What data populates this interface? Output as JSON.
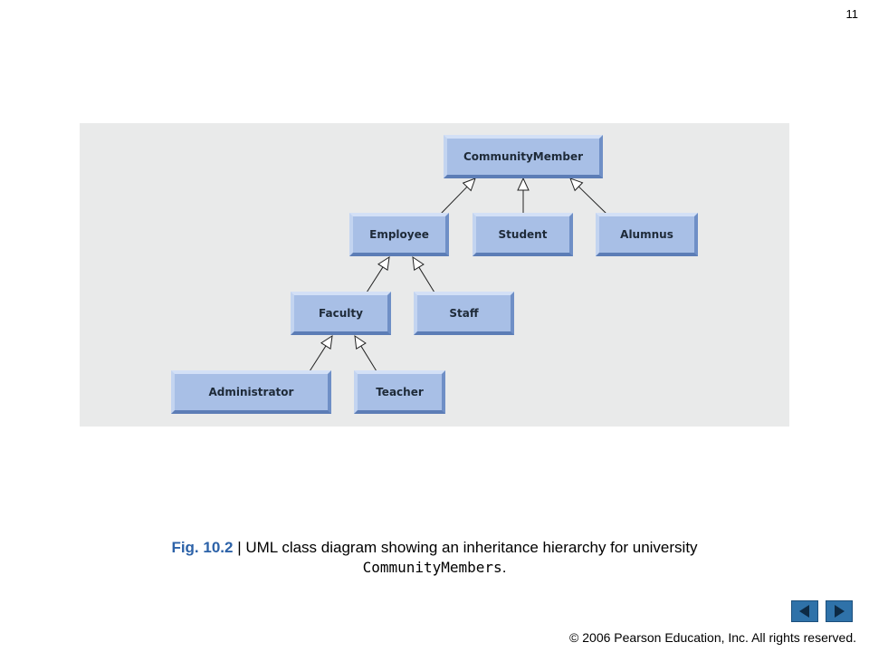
{
  "slide": {
    "number": "11"
  },
  "diagram": {
    "classes": [
      {
        "id": "communitymember",
        "label": "CommunityMember"
      },
      {
        "id": "employee",
        "label": "Employee"
      },
      {
        "id": "student",
        "label": "Student"
      },
      {
        "id": "alumnus",
        "label": "Alumnus"
      },
      {
        "id": "faculty",
        "label": "Faculty"
      },
      {
        "id": "staff",
        "label": "Staff"
      },
      {
        "id": "administrator",
        "label": "Administrator"
      },
      {
        "id": "teacher",
        "label": "Teacher"
      }
    ],
    "inheritance": [
      {
        "child": "employee",
        "parent": "communitymember"
      },
      {
        "child": "student",
        "parent": "communitymember"
      },
      {
        "child": "alumnus",
        "parent": "communitymember"
      },
      {
        "child": "faculty",
        "parent": "employee"
      },
      {
        "child": "staff",
        "parent": "employee"
      },
      {
        "child": "administrator",
        "parent": "faculty"
      },
      {
        "child": "teacher",
        "parent": "faculty"
      }
    ]
  },
  "caption": {
    "fig_label": "Fig. 10.2",
    "separator": " | ",
    "text": "UML class diagram showing an inheritance hierarchy for university",
    "code": "CommunityMembers",
    "end": "."
  },
  "nav": {
    "prev_icon": "triangle-left-icon",
    "next_icon": "triangle-right-icon"
  },
  "footer": {
    "copyright": " 2006 Pearson Education, Inc.  All rights reserved."
  },
  "colors": {
    "box_fill": "#a8bfe6",
    "panel_bg": "#e9eaea",
    "fig_label": "#2c62a8",
    "nav_button": "#2f72a9"
  }
}
